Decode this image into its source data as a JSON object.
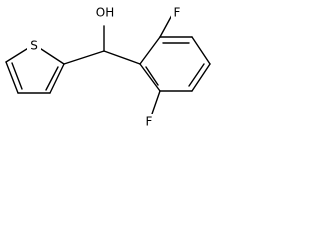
{
  "molecule": {
    "atoms": {
      "hydroxyl": "OH",
      "sulfur": "S",
      "fluorine_top": "F",
      "fluorine_bottom": "F"
    }
  }
}
